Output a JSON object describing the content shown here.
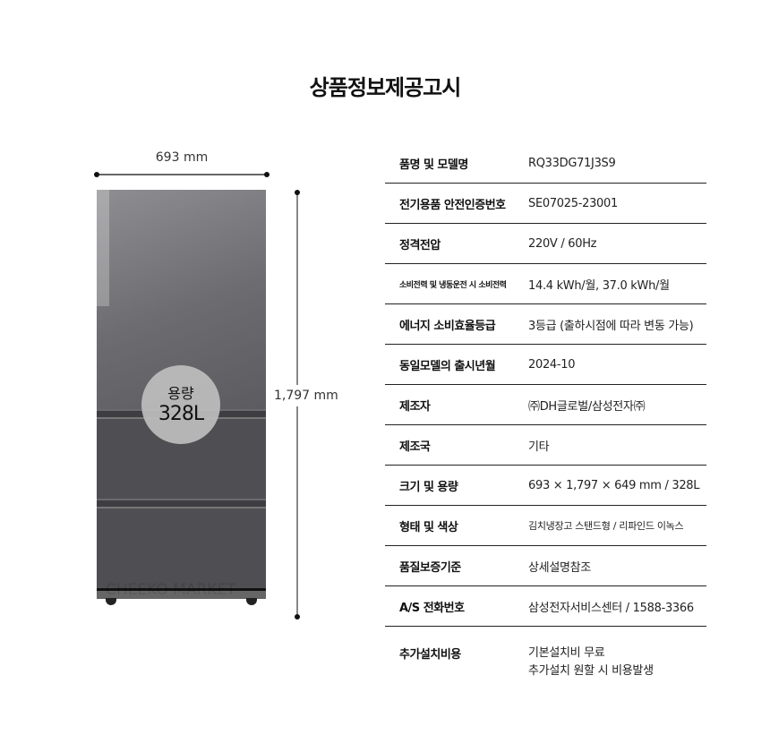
{
  "title": "상품정보제공고시",
  "dimensions": {
    "width": "693 mm",
    "height": "1,797 mm"
  },
  "capacity_badge": {
    "label": "용량",
    "value": "328L"
  },
  "watermark": "CHEEKO MARKET",
  "rows": [
    {
      "label": "품명 및 모델명",
      "value": "RQ33DG71J3S9"
    },
    {
      "label": "전기용품 안전인증번호",
      "value": "SE07025-23001"
    },
    {
      "label": "정격전압",
      "value": "220V / 60Hz"
    },
    {
      "label": "소비전력 및 냉동운전 시 소비전력",
      "value": "14.4 kWh/월, 37.0 kWh/월"
    },
    {
      "label": "에너지 소비효율등급",
      "value": "3등급 (출하시점에 따라 변동 가능)"
    },
    {
      "label": "동일모델의 출시년월",
      "value": "2024-10"
    },
    {
      "label": "제조자",
      "value": "㈜DH글로벌/삼성전자㈜"
    },
    {
      "label": "제조국",
      "value": "기타"
    },
    {
      "label": "크기 및 용량",
      "value": "693 × 1,797 × 649 mm / 328L"
    },
    {
      "label": "형태 및 색상",
      "value": "김치냉장고 스탠드형 / 리파인드 이녹스"
    },
    {
      "label": "품질보증기준",
      "value": "상세설명참조"
    },
    {
      "label": "A/S 전화번호",
      "value": "삼성전자서비스센터 / 1588-3366"
    },
    {
      "label": "추가설치비용",
      "value": "기본설치비 무료",
      "value2": "추가설치 원할 시 비용발생"
    }
  ]
}
